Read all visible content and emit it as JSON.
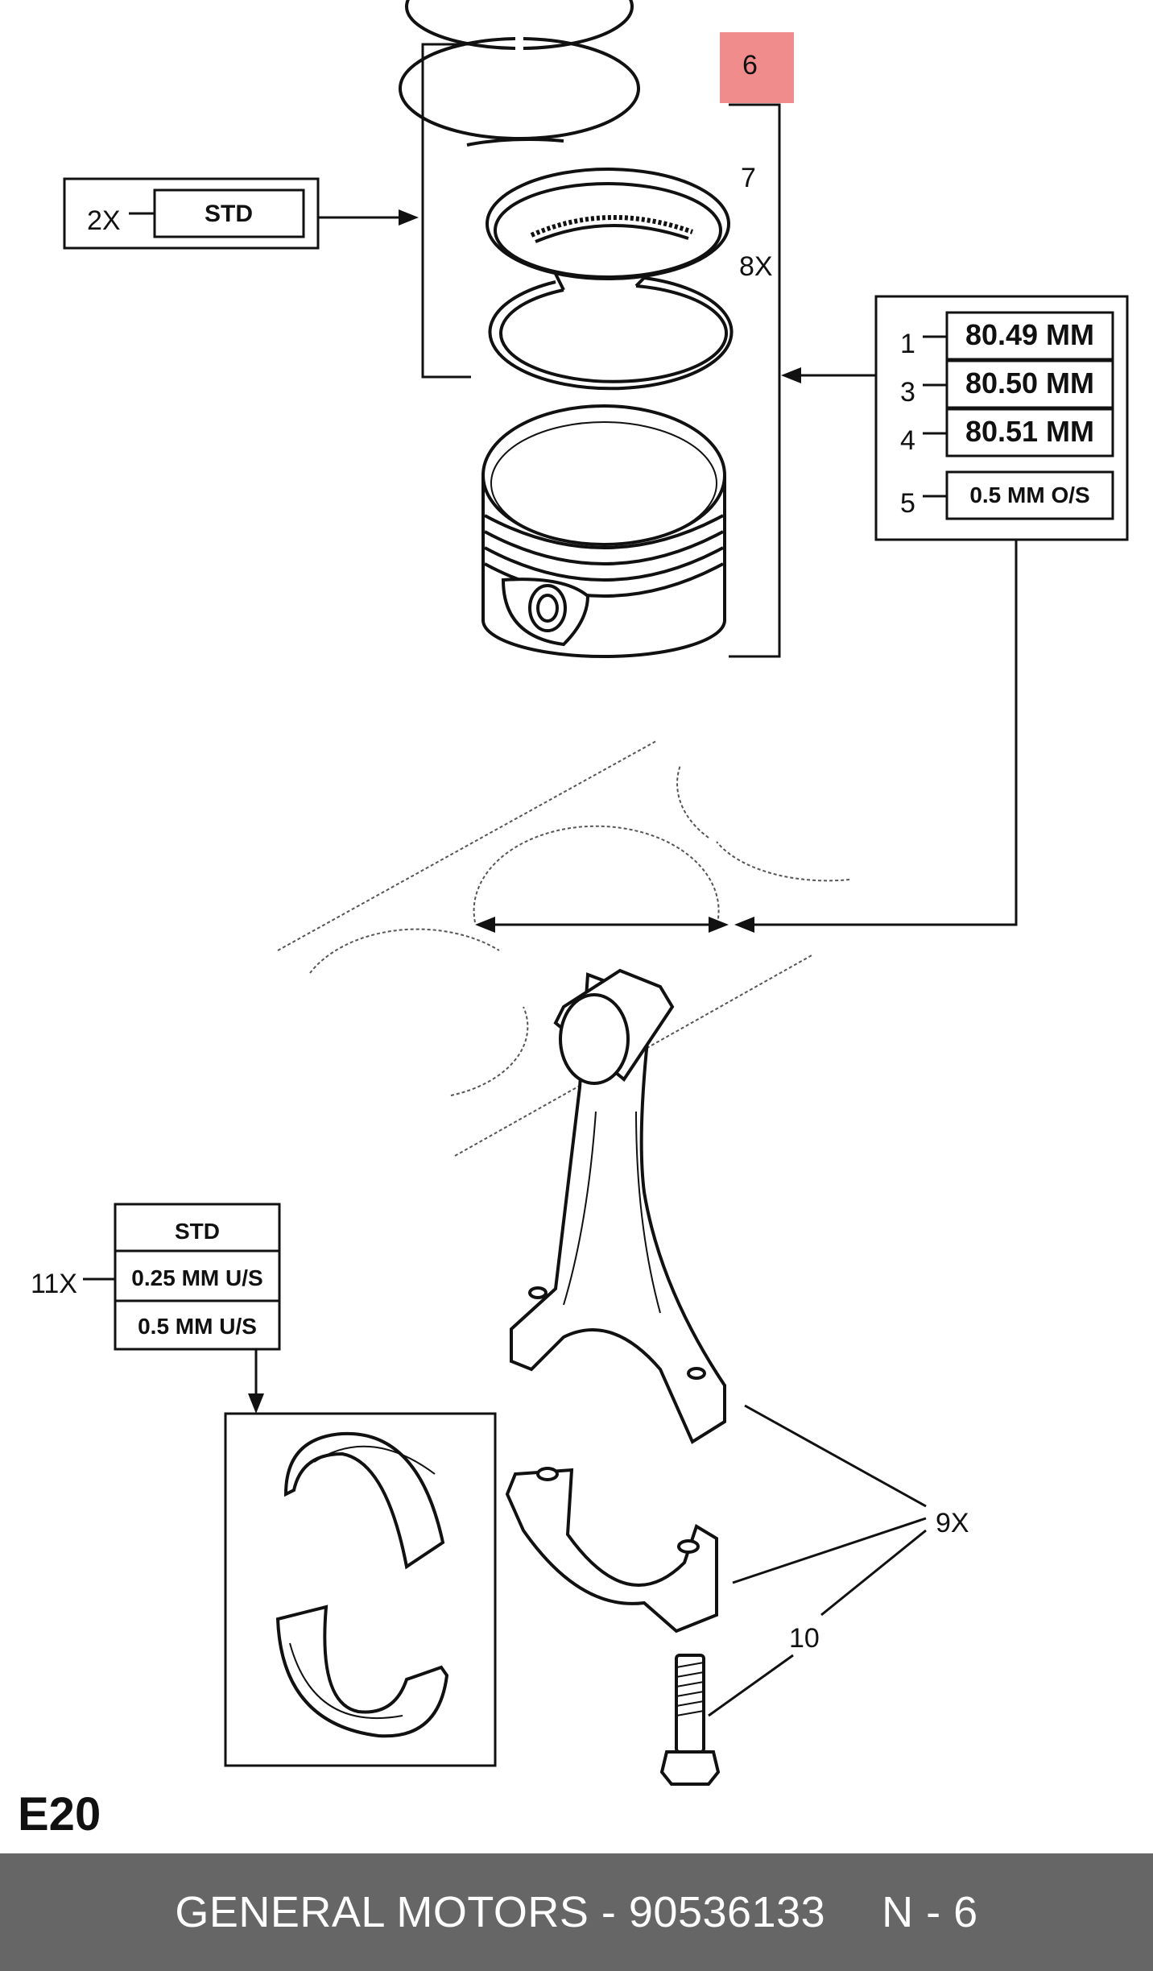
{
  "diagram_id": "E20",
  "ring_set": {
    "qty": "2X",
    "size": "STD"
  },
  "callouts": {
    "upper_ring": "6",
    "middle_ring": "7",
    "oil_ring": "8X",
    "rod_bolt_set": "9X",
    "bolt": "10",
    "bearings": "11X"
  },
  "piston_sizes": [
    {
      "ref": "1",
      "size": "80.49 MM"
    },
    {
      "ref": "3",
      "size": "80.50 MM"
    },
    {
      "ref": "4",
      "size": "80.51 MM"
    },
    {
      "ref": "5",
      "size": "0.5 MM O/S"
    }
  ],
  "bearing_sizes": [
    "STD",
    "0.25 MM U/S",
    "0.5 MM U/S"
  ],
  "highlight_color": "#f08080",
  "footer": {
    "maker": "GENERAL MOTORS - 90536133",
    "page": "N - 6"
  }
}
